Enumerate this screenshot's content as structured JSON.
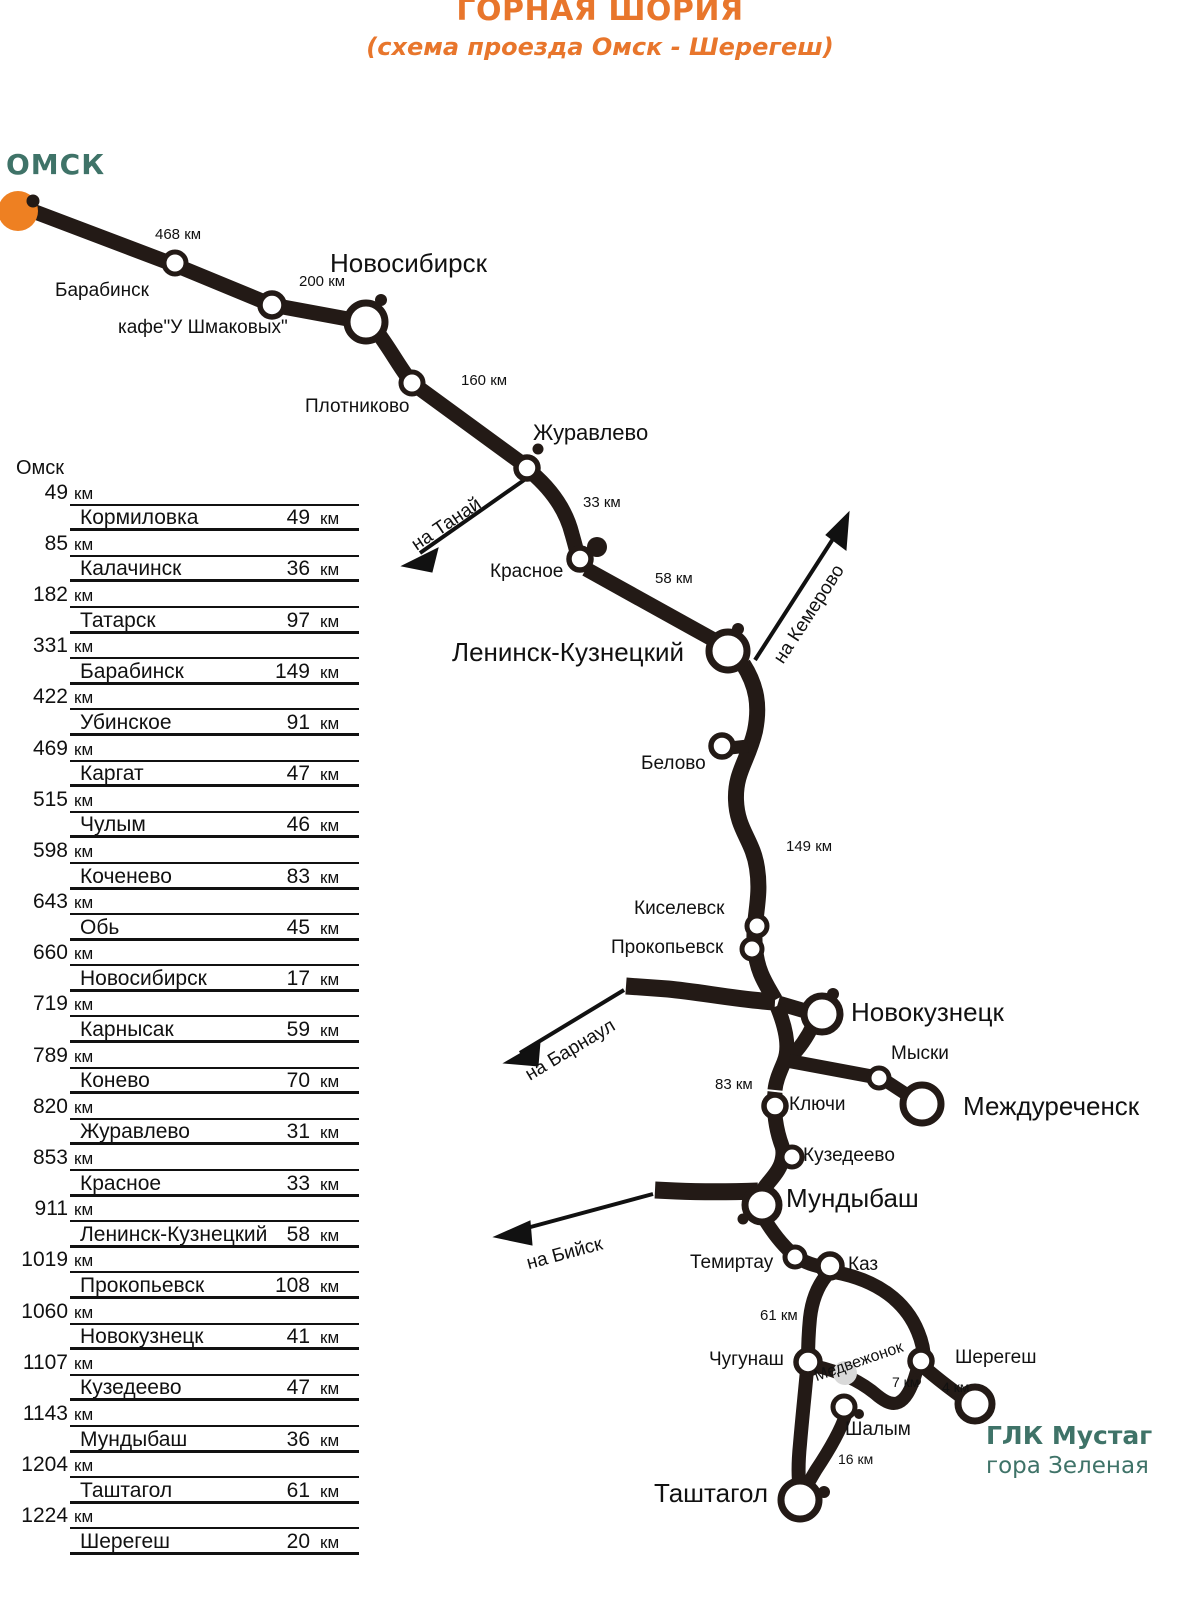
{
  "title": {
    "main": "ГОРНАЯ ШОРИЯ",
    "sub": "(схема проезда Омск - Шерегеш)",
    "color": "#E8762C"
  },
  "colors": {
    "route": "#231A16",
    "accent_orange": "#EE8022",
    "accent_teal": "#3F7368",
    "node_fill": "#FFFFFF",
    "medvezhonok_fill": "#D9D9D9"
  },
  "map": {
    "origin_label": "ОМСК",
    "nodes": [
      {
        "id": "omsk",
        "label": "ОМСК",
        "type": "origin-orange"
      },
      {
        "id": "barabinsk",
        "label": "Барабинск",
        "type": "stop"
      },
      {
        "id": "cafe",
        "label": "кафе\"У Шмаковых\"",
        "type": "stop"
      },
      {
        "id": "novosibirsk",
        "label": "Новосибирск",
        "type": "major"
      },
      {
        "id": "plotnikovo",
        "label": "Плотниково",
        "type": "stop"
      },
      {
        "id": "zhuravlevo",
        "label": "Журавлево",
        "type": "stop"
      },
      {
        "id": "krasnoe",
        "label": "Красное",
        "type": "stop"
      },
      {
        "id": "leninsk",
        "label": "Ленинск-Кузнецкий",
        "type": "major"
      },
      {
        "id": "belovo",
        "label": "Белово",
        "type": "stop"
      },
      {
        "id": "kiselevsk",
        "label": "Киселевск",
        "type": "stop"
      },
      {
        "id": "prokopevsk",
        "label": "Прокопьевск",
        "type": "stop"
      },
      {
        "id": "novokuznetsk",
        "label": "Новокузнецк",
        "type": "major"
      },
      {
        "id": "myski",
        "label": "Мыски",
        "type": "stop"
      },
      {
        "id": "mezhdurechensk",
        "label": "Междуреченск",
        "type": "major"
      },
      {
        "id": "kluchi",
        "label": "Ключи",
        "type": "stop"
      },
      {
        "id": "kuzedeevo",
        "label": "Кузедеево",
        "type": "stop"
      },
      {
        "id": "mundybash",
        "label": "Мундыбаш",
        "type": "major"
      },
      {
        "id": "temirtau",
        "label": "Темиртау",
        "type": "stop"
      },
      {
        "id": "kaz",
        "label": "Каз",
        "type": "stop"
      },
      {
        "id": "chugunash",
        "label": "Чугунаш",
        "type": "stop"
      },
      {
        "id": "medvezhonok",
        "label": "Медвежонок",
        "type": "resort-grey"
      },
      {
        "id": "sheregesh",
        "label": "Шерегеш",
        "type": "stop"
      },
      {
        "id": "shalym",
        "label": "Шалым",
        "type": "stop"
      },
      {
        "id": "tashtagol",
        "label": "Таштагол",
        "type": "major"
      },
      {
        "id": "mustag",
        "label": "ГЛК Мустаг",
        "type": "major-teal"
      }
    ],
    "segment_labels": [
      {
        "id": "seg-468",
        "text": "468 км"
      },
      {
        "id": "seg-200",
        "text": "200 км"
      },
      {
        "id": "seg-160",
        "text": "160 км"
      },
      {
        "id": "seg-33",
        "text": "33 км"
      },
      {
        "id": "seg-58",
        "text": "58 км"
      },
      {
        "id": "seg-149",
        "text": "149 км"
      },
      {
        "id": "seg-83",
        "text": "83 км"
      },
      {
        "id": "seg-61",
        "text": "61 км"
      },
      {
        "id": "seg-7",
        "text": "7 км"
      },
      {
        "id": "seg-4",
        "text": "4 км"
      },
      {
        "id": "seg-16",
        "text": "16 км"
      }
    ],
    "direction_arrows": [
      {
        "id": "tanay",
        "text": "на Танай"
      },
      {
        "id": "kemerovo",
        "text": "на Кемерово"
      },
      {
        "id": "barnaul",
        "text": "на Барнаул"
      },
      {
        "id": "biysk",
        "text": "на Бийск"
      }
    ],
    "resort": {
      "name": "ГЛК Мустаг",
      "subtitle": "гора Зеленая"
    }
  },
  "table": {
    "origin": "Омск",
    "unit": "км",
    "rows": [
      {
        "cumulative": "49",
        "city": "Кормиловка",
        "segment": "49"
      },
      {
        "cumulative": "85",
        "city": "Калачинск",
        "segment": "36"
      },
      {
        "cumulative": "182",
        "city": "Татарск",
        "segment": "97"
      },
      {
        "cumulative": "331",
        "city": "Барабинск",
        "segment": "149"
      },
      {
        "cumulative": "422",
        "city": "Убинское",
        "segment": "91"
      },
      {
        "cumulative": "469",
        "city": "Каргат",
        "segment": "47"
      },
      {
        "cumulative": "515",
        "city": "Чулым",
        "segment": "46"
      },
      {
        "cumulative": "598",
        "city": "Коченево",
        "segment": "83"
      },
      {
        "cumulative": "643",
        "city": "Обь",
        "segment": "45"
      },
      {
        "cumulative": "660",
        "city": "Новосибирск",
        "segment": "17"
      },
      {
        "cumulative": "719",
        "city": "Карнысак",
        "segment": "59"
      },
      {
        "cumulative": "789",
        "city": "Конево",
        "segment": "70"
      },
      {
        "cumulative": "820",
        "city": "Журавлево",
        "segment": "31"
      },
      {
        "cumulative": "853",
        "city": "Красное",
        "segment": "33"
      },
      {
        "cumulative": "911",
        "city": "Ленинск-Кузнецкий",
        "segment": "58"
      },
      {
        "cumulative": "1019",
        "city": "Прокопьевск",
        "segment": "108"
      },
      {
        "cumulative": "1060",
        "city": "Новокузнецк",
        "segment": "41"
      },
      {
        "cumulative": "1107",
        "city": "Кузедеево",
        "segment": "47"
      },
      {
        "cumulative": "1143",
        "city": "Мундыбаш",
        "segment": "36"
      },
      {
        "cumulative": "1204",
        "city": "Таштагол",
        "segment": "61"
      },
      {
        "cumulative": "1224",
        "city": "Шерегеш",
        "segment": "20"
      }
    ]
  }
}
